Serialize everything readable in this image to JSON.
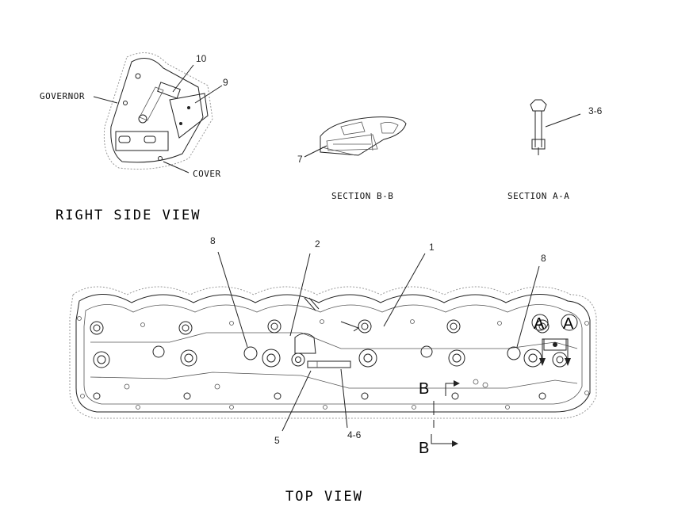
{
  "views": {
    "right_side": "RIGHT SIDE VIEW",
    "top": "TOP VIEW",
    "section_bb": "SECTION B-B",
    "section_aa": "SECTION A-A"
  },
  "callouts": {
    "governor": "GOVERNOR",
    "cover": "COVER",
    "c10": "10",
    "c9": "9",
    "c7": "7",
    "c36": "3-6",
    "c8a": "8",
    "c2": "2",
    "c1": "1",
    "c8b": "8",
    "c5": "5",
    "c46": "4-6"
  },
  "section_markers": {
    "a_left": "A",
    "a_right": "A",
    "b_top": "B",
    "b_bottom": "B"
  }
}
